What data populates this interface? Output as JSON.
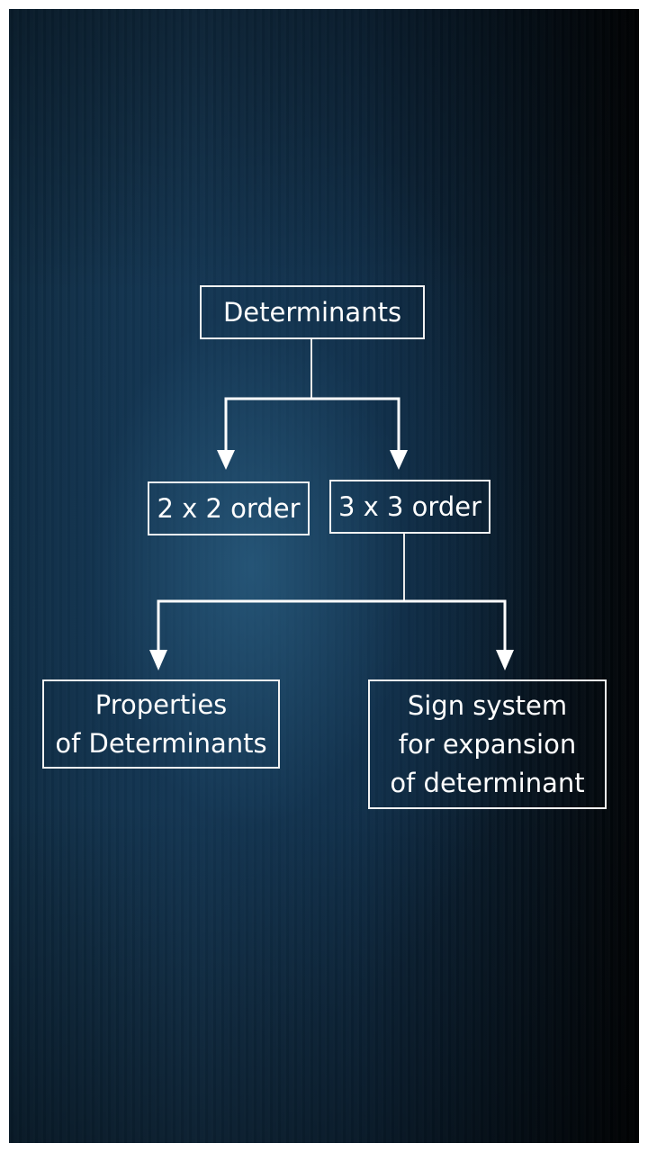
{
  "diagram": {
    "root": "Determinants",
    "level1": [
      "2 x 2 order",
      "3 x 3 order"
    ],
    "level2": {
      "properties": [
        "Properties",
        "of Determinants"
      ],
      "sign": [
        "Sign system",
        "for expansion",
        "of determinant"
      ]
    }
  }
}
